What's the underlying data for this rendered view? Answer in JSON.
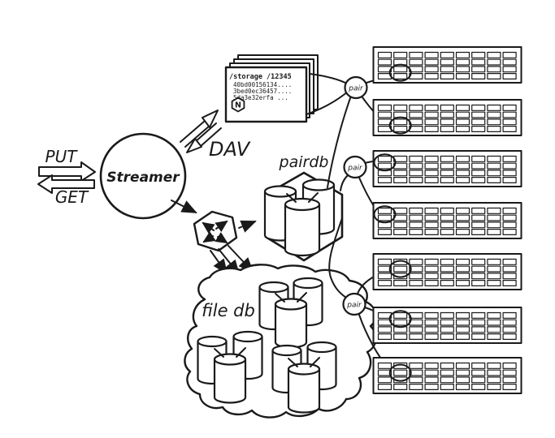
{
  "labels": {
    "put": "PUT",
    "get": "GET",
    "dav": "DAV",
    "streamer": "Streamer",
    "pairdb": "pairdb",
    "filedb": "file db"
  },
  "document_stack": {
    "page_count": 4,
    "lines": [
      "/storage /12345",
      "40bd00156134....",
      "3bed0ec36457....",
      "5da3e32erfa ..."
    ],
    "badge": "N"
  },
  "pair_nodes": {
    "count": 3,
    "label": "pair"
  },
  "pairdb_store": {
    "cylinder_count": 3
  },
  "filedb_store": {
    "cluster_count": 3,
    "cylinders_per_cluster": 3
  },
  "racks": {
    "count": 7,
    "rows": 4,
    "columns": 9,
    "x": 459.5,
    "width": 182,
    "height": 44,
    "tops": [
      58,
      123,
      186,
      250,
      313,
      379,
      441
    ],
    "highlighted_cells": [
      {
        "rack": 1,
        "column": 2,
        "row": 3.5
      },
      {
        "rack": 2,
        "column": 2,
        "row": 3.5
      },
      {
        "rack": 3,
        "column": 1,
        "row": 1.5
      },
      {
        "rack": 4,
        "column": 1,
        "row": 1.5
      },
      {
        "rack": 5,
        "column": 2,
        "row": 2
      },
      {
        "rack": 6,
        "column": 2,
        "row": 1.5
      },
      {
        "rack": 7,
        "column": 2,
        "row": 2
      }
    ]
  },
  "colors": {
    "ink": "#1a1a1a",
    "paper": "#ffffff"
  }
}
